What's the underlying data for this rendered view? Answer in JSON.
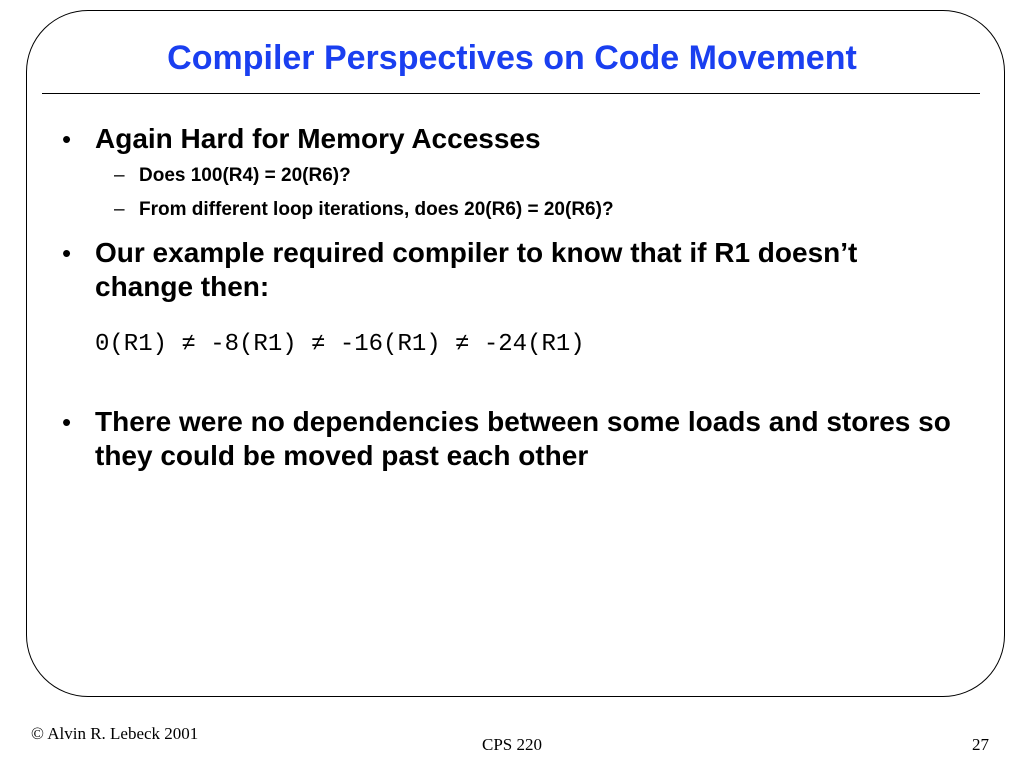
{
  "slide": {
    "title": "Compiler Perspectives on Code Movement",
    "bullets": [
      {
        "marker": "•",
        "text": "Again Hard for Memory Accesses",
        "subitems": [
          {
            "marker": "–",
            "text": "Does 100(R4) = 20(R6)?"
          },
          {
            "marker": "–",
            "text": "From different loop iterations, does 20(R6) = 20(R6)?"
          }
        ]
      },
      {
        "marker": "•",
        "text": "Our example required compiler to know that if R1 doesn’t change then:"
      },
      {
        "marker": "•",
        "text": "There were no dependencies between some loads and stores so they could be moved past each other"
      }
    ],
    "code_line": "0(R1) ≠ -8(R1) ≠ -16(R1) ≠ -24(R1)"
  },
  "footer": {
    "left": "© Alvin R. Lebeck 2001",
    "center": "CPS 220",
    "right": "27"
  },
  "colors": {
    "title": "#1a3ff0",
    "text": "#000000",
    "background": "#ffffff"
  }
}
